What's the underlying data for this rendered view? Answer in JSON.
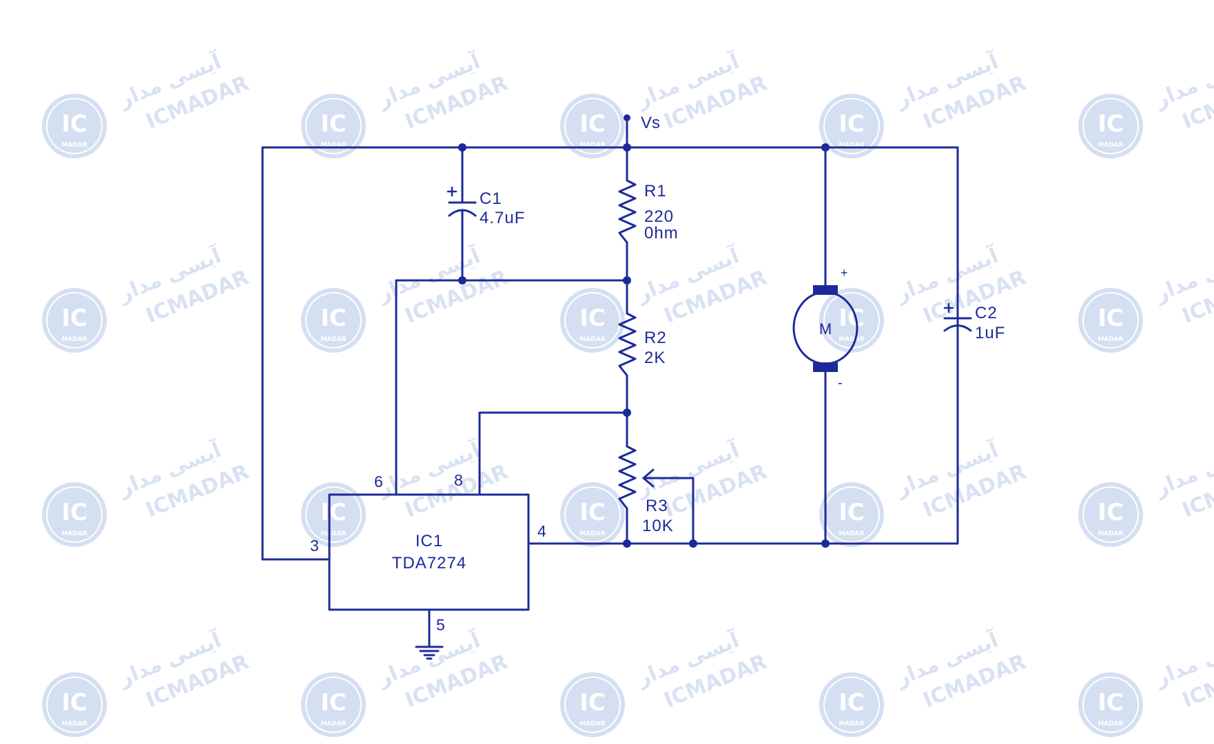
{
  "colors": {
    "wire": "#1c2a99",
    "watermark": "#c7d5ee",
    "watermark_text": "#cdd9f0",
    "background": "#ffffff"
  },
  "watermark": {
    "logo_text": "IC",
    "logo_subtext": "MADAR",
    "persian_text": "آیسی مدار",
    "latin_text": "ICMADAR"
  },
  "circuit": {
    "supply_label": "Vs",
    "c1": {
      "name": "C1",
      "value": "4.7uF",
      "plus": "+"
    },
    "c2": {
      "name": "C2",
      "value": "1uF",
      "plus": "+"
    },
    "r1": {
      "name": "R1",
      "value_line1": "220",
      "value_line2": "0hm"
    },
    "r2": {
      "name": "R2",
      "value": "2K"
    },
    "r3": {
      "name": "R3",
      "value": "10K"
    },
    "motor": {
      "label": "M",
      "plus": "+",
      "minus": "-"
    },
    "ic1": {
      "name": "IC1",
      "part": "TDA7274",
      "pins": {
        "p3": "3",
        "p4": "4",
        "p5": "5",
        "p6": "6",
        "p8": "8"
      }
    }
  }
}
